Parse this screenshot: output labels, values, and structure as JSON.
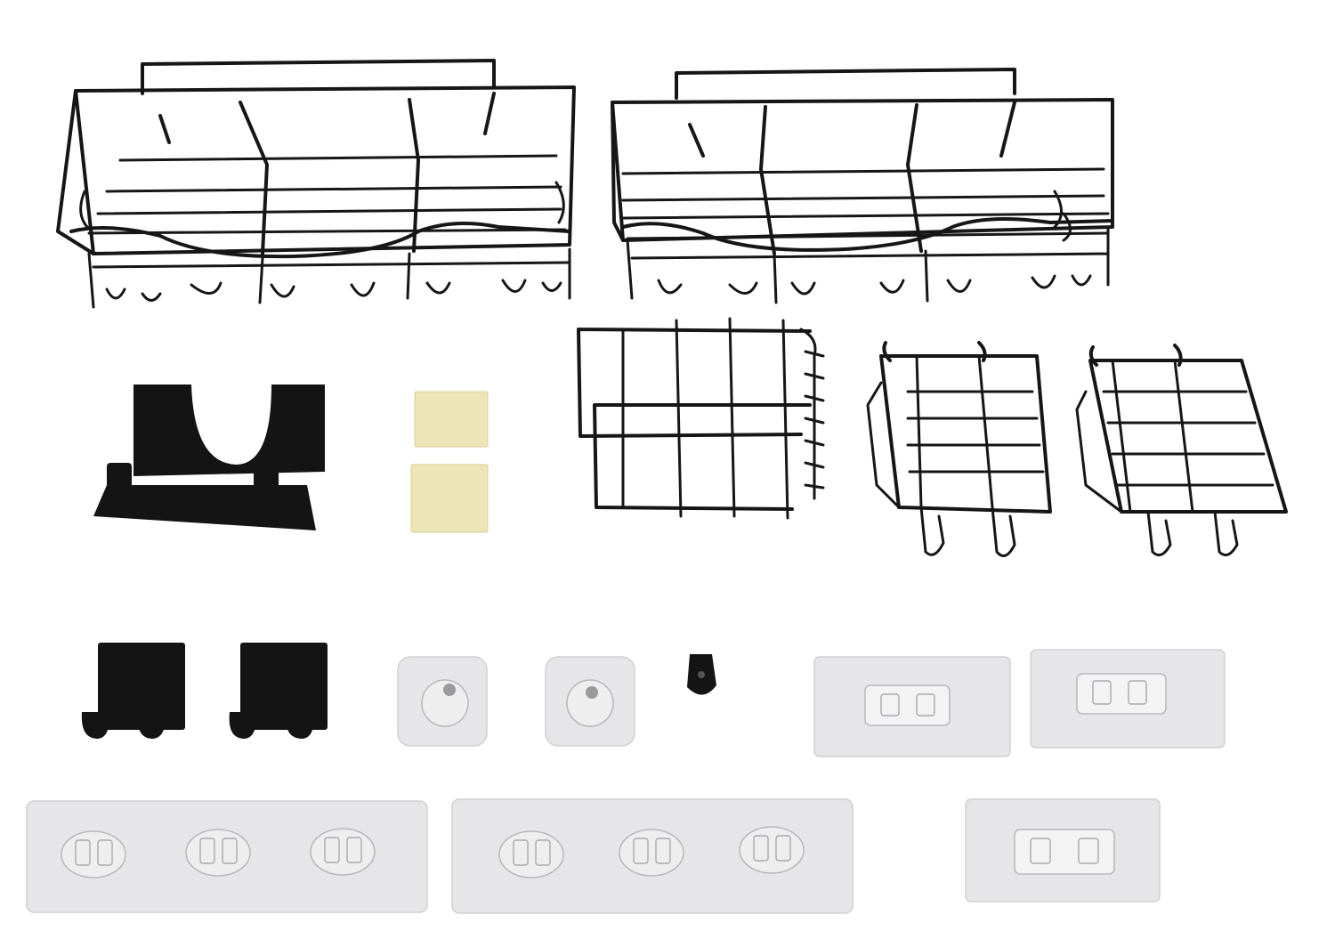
{
  "scene": {
    "background": "#ffffff",
    "items": [
      {
        "name": "large-wire-shower-caddy",
        "count": 2,
        "color": "#161616"
      },
      {
        "name": "vertical-wire-holder",
        "count": 1,
        "color": "#161616"
      },
      {
        "name": "small-square-wire-basket",
        "count": 2,
        "color": "#161616"
      },
      {
        "name": "black-hair-dryer-bracket",
        "count": 1,
        "color": "#141414"
      },
      {
        "name": "double-sided-tape-square",
        "count": 2,
        "color": "#ece5b8"
      },
      {
        "name": "black-double-hook",
        "count": 2,
        "color": "#141414"
      },
      {
        "name": "screw-suction-pad",
        "count": 2,
        "color": "#e6e6e8"
      },
      {
        "name": "black-screw-cap",
        "count": 1,
        "color": "#141414"
      },
      {
        "name": "adhesive-pad-single-clip",
        "count": 3,
        "color": "#e6e6e8"
      },
      {
        "name": "adhesive-strip-triple-clip",
        "count": 2,
        "color": "#e6e6e8"
      }
    ]
  }
}
